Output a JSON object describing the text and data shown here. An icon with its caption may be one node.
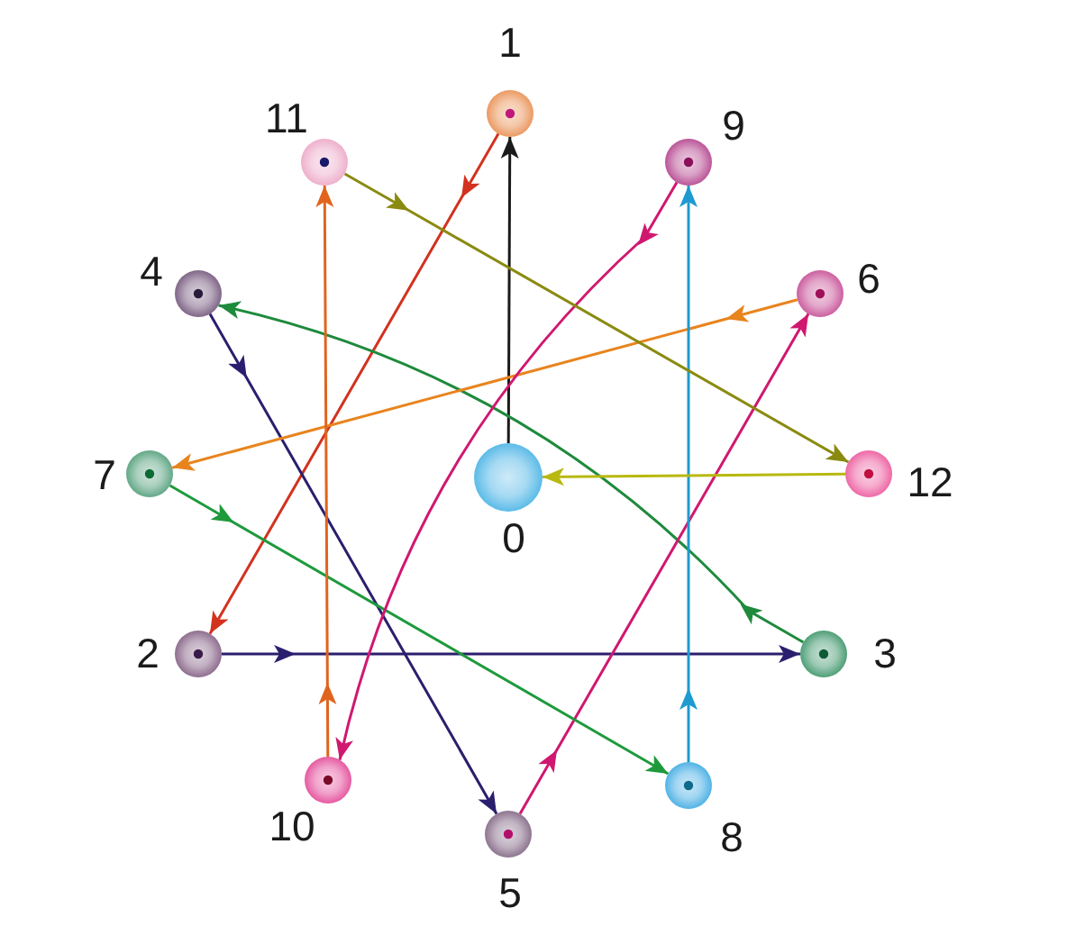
{
  "diagram": {
    "nodes": [
      {
        "text": [],
        "shape": "circle",
        "beside": [
          "0"
        ]
      },
      {
        "text": [],
        "shape": "circle",
        "beside": [
          "1"
        ]
      },
      {
        "text": [],
        "shape": "circle",
        "beside": [
          "2"
        ]
      },
      {
        "text": [],
        "shape": "circle",
        "beside": [
          "3"
        ]
      },
      {
        "text": [],
        "shape": "circle",
        "beside": [
          "4"
        ]
      },
      {
        "text": [],
        "shape": "circle",
        "beside": [
          "5"
        ]
      },
      {
        "text": [],
        "shape": "circle",
        "beside": [
          "6"
        ]
      },
      {
        "text": [],
        "shape": "circle",
        "beside": [
          "7"
        ]
      },
      {
        "text": [],
        "shape": "circle",
        "beside": [
          "8"
        ]
      },
      {
        "text": [],
        "shape": "circle",
        "beside": [
          "9"
        ]
      },
      {
        "text": [],
        "shape": "circle",
        "beside": [
          "10"
        ]
      },
      {
        "text": [],
        "shape": "circle",
        "beside": [
          "11"
        ]
      },
      {
        "text": [],
        "shape": "circle",
        "beside": [
          "12"
        ]
      }
    ],
    "edges": [
      {
        "from": 0,
        "to": 1,
        "arrow": "to",
        "color": "#1a1a1a"
      },
      {
        "from": 1,
        "to": 2,
        "arrow": "to",
        "color": "#d2321e"
      },
      {
        "from": 2,
        "to": 3,
        "arrow": "to",
        "color": "#2a1f6e"
      },
      {
        "from": 3,
        "to": 4,
        "arrow": "to",
        "color": "#1e8a3c"
      },
      {
        "from": 4,
        "to": 5,
        "arrow": "to",
        "color": "#2a1f6e"
      },
      {
        "from": 5,
        "to": 6,
        "arrow": "to",
        "color": "#d01870"
      },
      {
        "from": 6,
        "to": 7,
        "arrow": "to",
        "color": "#e8841e"
      },
      {
        "from": 7,
        "to": 8,
        "arrow": "to",
        "color": "#1e9a3c"
      },
      {
        "from": 8,
        "to": 9,
        "arrow": "to",
        "color": "#1e9ad0"
      },
      {
        "from": 9,
        "to": 10,
        "arrow": "to",
        "color": "#d01870"
      },
      {
        "from": 10,
        "to": 11,
        "arrow": "to",
        "color": "#e0641e"
      },
      {
        "from": 11,
        "to": 12,
        "arrow": "to",
        "color": "#8a8a10"
      },
      {
        "from": 12,
        "to": 0,
        "arrow": "to",
        "color": "#b8b810"
      }
    ]
  }
}
